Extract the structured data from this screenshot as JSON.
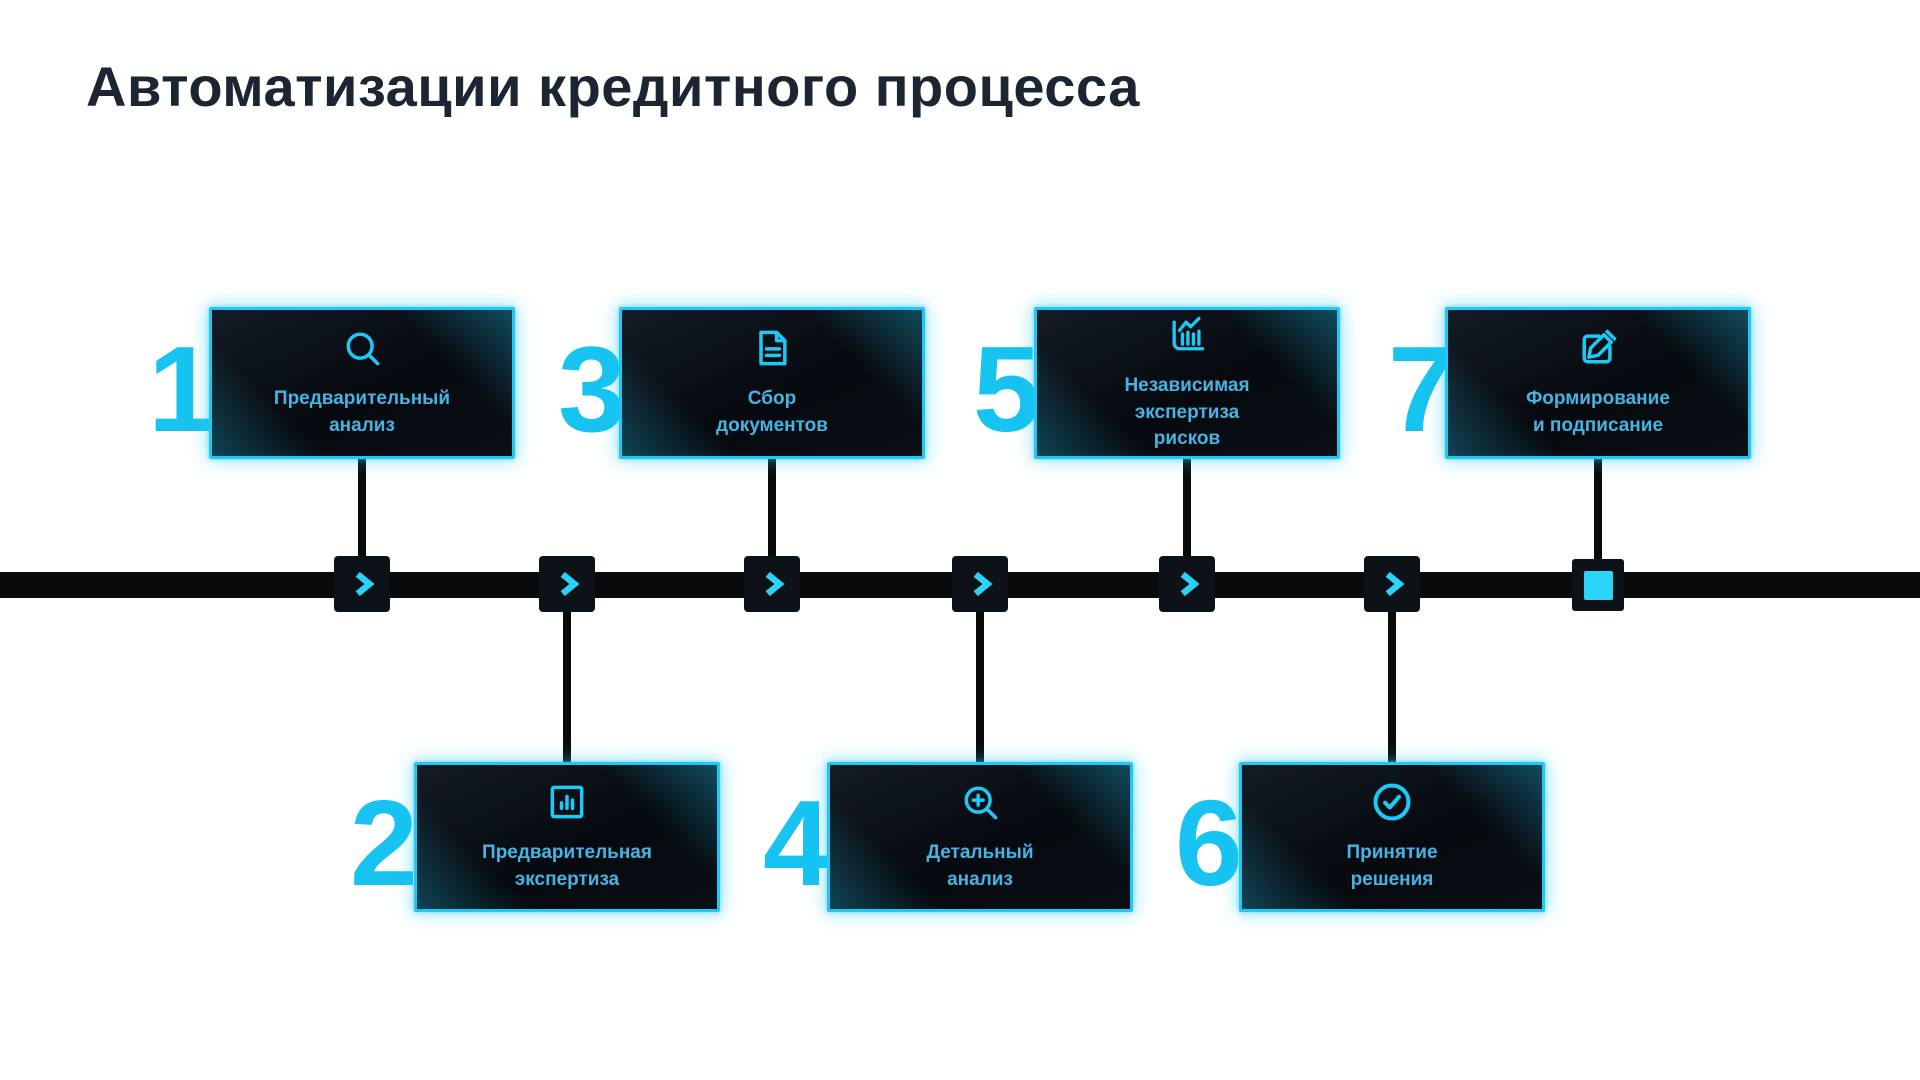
{
  "title": "Автоматизации кредитного процесса",
  "colors": {
    "accent": "#23c7f2",
    "card_background": "#0a0f15",
    "timeline": "#0a0a0a",
    "number": "#17c3f0",
    "label": "#46b4e3",
    "title": "#1c2532",
    "page_background": "#ffffff"
  },
  "steps": [
    {
      "number": "1",
      "label": "Предварительный\nанализ",
      "icon": "search-icon",
      "side": "top"
    },
    {
      "number": "2",
      "label": "Предварительная\nэкспертиза",
      "icon": "bar-chart-icon",
      "side": "bottom"
    },
    {
      "number": "3",
      "label": "Сбор\nдокументов",
      "icon": "document-icon",
      "side": "top"
    },
    {
      "number": "4",
      "label": "Детальный\nанализ",
      "icon": "zoom-in-icon",
      "side": "bottom"
    },
    {
      "number": "5",
      "label": "Независимая\nэкспертиза\nрисков",
      "icon": "line-chart-icon",
      "side": "top"
    },
    {
      "number": "6",
      "label": "Принятие\nрешения",
      "icon": "check-circle-icon",
      "side": "bottom"
    },
    {
      "number": "7",
      "label": "Формирование\nи подписание",
      "icon": "edit-icon",
      "side": "top"
    }
  ],
  "timeline": {
    "connector_icon": "chevron-right-icon",
    "end_icon": "filled-square-icon",
    "connector_count": 6
  }
}
